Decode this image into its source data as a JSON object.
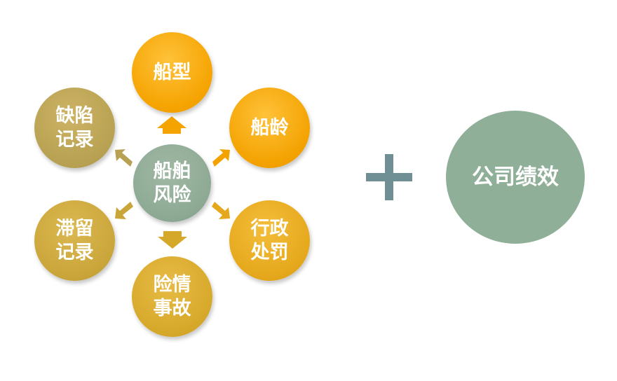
{
  "diagram": {
    "center": {
      "label": "船舶\n风险"
    },
    "nodes": [
      {
        "id": "type",
        "label": "船型"
      },
      {
        "id": "age",
        "label": "船龄"
      },
      {
        "id": "admin",
        "label": "行政\n处罚"
      },
      {
        "id": "accident",
        "label": "险情\n事故"
      },
      {
        "id": "detention",
        "label": "滞留\n记录"
      },
      {
        "id": "defect",
        "label": "缺陷\n记录"
      }
    ],
    "result": {
      "label": "公司绩效"
    },
    "colors": {
      "orange": "#f5a300",
      "gold": "#d6a82a",
      "olive": "#b8a152",
      "sage": "#8faf98",
      "plus": "#6f8f94"
    }
  }
}
